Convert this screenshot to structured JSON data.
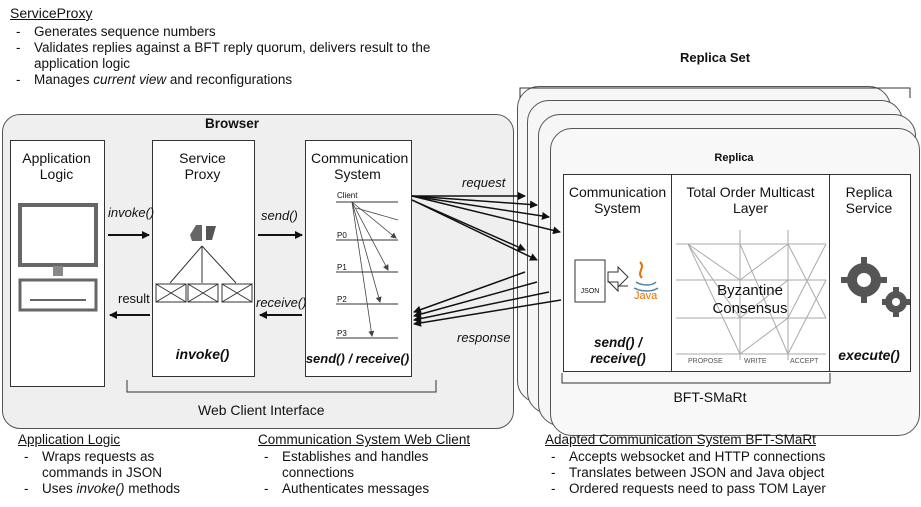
{
  "service_proxy_notes": {
    "heading": "ServiceProxy",
    "items": [
      "Generates sequence numbers",
      "Validates replies against a BFT reply quorum, delivers result to the application logic",
      [
        "Manages ",
        "current view",
        " and reconfigurations"
      ]
    ]
  },
  "replica_set": {
    "title": "Replica Set",
    "replica_title": "Replica",
    "comm": {
      "title": "Communication System",
      "io": "send() / receive()",
      "json_label": "JSON",
      "java_label": "Java"
    },
    "tom": {
      "title": "Total Order Multicast Layer",
      "consensus": "Byzantine Consensus",
      "phases": [
        "PROPOSE",
        "WRITE",
        "ACCEPT"
      ]
    },
    "service": {
      "title": "Replica Service",
      "call": "execute()"
    },
    "footer": "BFT-SMaRt"
  },
  "browser": {
    "title": "Browser",
    "app_logic": "Application Logic",
    "service_proxy": "Service Proxy",
    "proxy_call": "invoke()",
    "comm": {
      "title": "Communication System",
      "io": "send() / receive()",
      "client_label": "Client",
      "processes": [
        "P0",
        "P1",
        "P2",
        "P3"
      ]
    },
    "web_client_interface": "Web Client Interface"
  },
  "arrows": {
    "invoke": "invoke()",
    "result": "result",
    "send": "send()",
    "receive": "receive()",
    "request": "request",
    "response": "response"
  },
  "bottom_notes": {
    "app_logic": {
      "heading": "Application Logic",
      "items": [
        "Wraps requests as commands in JSON",
        [
          "Uses ",
          "invoke()",
          " methods"
        ]
      ]
    },
    "comm_web_client": {
      "heading": "Communication System Web Client",
      "items": [
        "Establishes and handles connections",
        "Authenticates messages"
      ]
    },
    "adapted_comm": {
      "heading": "Adapted Communication System BFT-SMaRt",
      "items": [
        "Accepts websocket and HTTP connections",
        "Translates between JSON and Java object",
        "Ordered requests need to pass TOM Layer"
      ]
    }
  },
  "colors": {
    "panel": "#efefef",
    "stroke": "#333333",
    "accent_java": "#e76f00"
  }
}
